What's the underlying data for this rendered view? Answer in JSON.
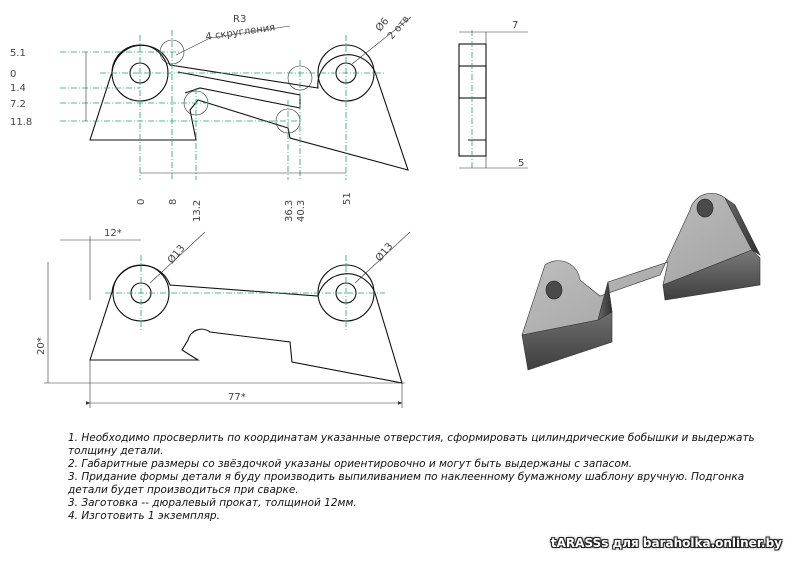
{
  "top_view": {
    "radius_label": "R3",
    "radius_note": "4 скругления",
    "hole_dia_label": "Ø6",
    "hole_count_label": "2 отв.",
    "y_dims": [
      "5.1",
      "0",
      "1.4",
      "7.2",
      "11.8"
    ],
    "x_dims": [
      "0",
      "8",
      "13.2",
      "36.3",
      "40.3",
      "51"
    ]
  },
  "side_view": {
    "thickness_top": "7",
    "thickness_bottom": "5"
  },
  "bottom_view": {
    "offset_label": "12*",
    "boss_dia_left": "Ø13",
    "boss_dia_right": "Ø13",
    "height_label": "20*",
    "length_label": "77*"
  },
  "notes": [
    "1. Необходимо просверлить по координатам указанные отверстия, сформировать цилиндрические бобышки и выдержать толщину детали.",
    "2. Габаритные размеры со звёздочкой указаны ориентировочно и могут быть выдержаны с запасом.",
    "3. Придание формы детали я буду производить выпиливанием по наклеенному бумажному шаблону вручную. Подгонка детали будет производиться при сварке.",
    "3. Заготовка -- дюралевый прокат, толщиной 12мм.",
    "4. Изготовить 1 экземпляр."
  ],
  "watermark": "tARASSs для baraholka.onliner.by"
}
